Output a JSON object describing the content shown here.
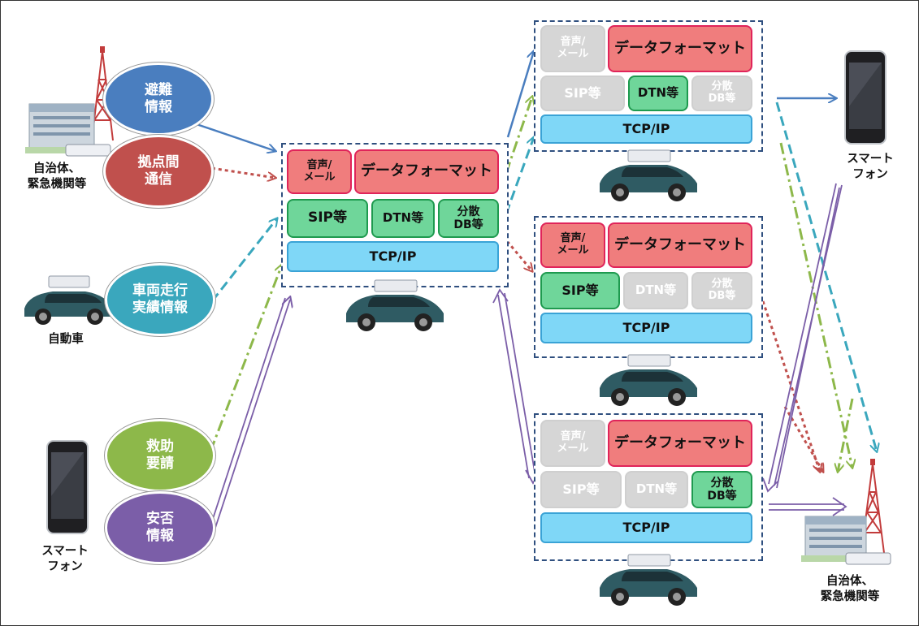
{
  "sources": {
    "evac": "避難\n情報",
    "base": "拠点間\n通信",
    "vehicle": "車両走行\n実績情報",
    "rescue": "救助\n要請",
    "safety": "安否\n情報"
  },
  "source_labels": {
    "gov_left": "自治体、\n緊急機関等",
    "car_left": "自動車",
    "phone_left": "スマート\nフォン"
  },
  "dest_labels": {
    "phone_right": "スマート\nフォン",
    "gov_right": "自治体、\n緊急機関等"
  },
  "stack_labels": {
    "voice_mail": "音声/\nメール",
    "data_format": "データフォーマット",
    "sip": "SIP等",
    "dtn": "DTN等",
    "dist_db": "分散\nDB等",
    "tcpip": "TCP/IP"
  },
  "colors": {
    "evac": "#4a7ebf",
    "base": "#c0504d",
    "vehicle": "#3aa7bd",
    "rescue": "#8db84a",
    "safety": "#7b5ea8",
    "frame": "#2f4f7f"
  }
}
